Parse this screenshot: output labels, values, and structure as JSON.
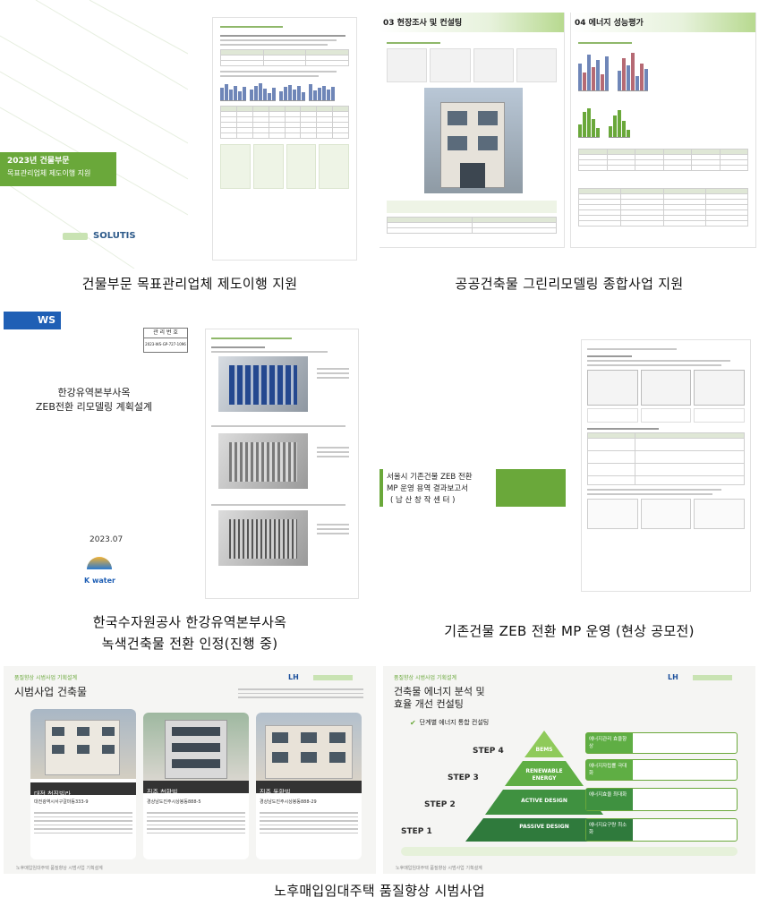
{
  "captions": [
    "건물부문 목표관리업체 제도이행 지원",
    "공공건축물 그린리모델링 종합사업 지원",
    "한국수자원공사 한강유역본부사옥",
    "녹색건축물 전환 인정(진행 중)",
    "기존건물 ZEB 전환 MP 운영 (현상 공모전)",
    "노후매입임대주택 품질향상 시범사업"
  ],
  "card1": {
    "badge_line1": "2023년 건물부문",
    "badge_line2": "목표관리업체 제도이행 지원",
    "logo": "SOLUTIS"
  },
  "card2": {
    "section_left": "03  현장조사 및 컨설팅",
    "section_right": "04  에너지 성능평가"
  },
  "card3": {
    "ws": "WS",
    "mgmt_label": "관 리 번 호",
    "mgmt_no": "2023-WS-GP-727-1096",
    "title1": "한강유역본부사옥",
    "title2": "ZEB전환 리모델링 계획설계",
    "date": "2023.07",
    "logo": "K water"
  },
  "card4": {
    "title1": "서울시 기존건물 ZEB 전환",
    "title2": "MP 운영 용역 결과보고서",
    "title3": "( 남 산 창 작 센 터 )"
  },
  "card5": {
    "tag": "품질향상 시범사업 기획설계",
    "heading": "시범사업 건축물",
    "lh": "LH",
    "buildings": [
      {
        "name": "대전 천진빌라",
        "addr": "대전광역시서구갈마동333-9"
      },
      {
        "name": "진주 천황빌",
        "addr": "경상남도진주시상봉동888-5"
      },
      {
        "name": "진주 동황빌",
        "addr": "경상남도진주시상봉동888-29"
      }
    ],
    "footer": "노후매입임대주택 품질향상 시범사업 기획설계"
  },
  "card6": {
    "tag": "품질향상 시범사업 기획설계",
    "heading1": "건축물 에너지 분석 및",
    "heading2": "효율 개선 컨설팅",
    "sub": "단계별 에너지 통합 컨설팅",
    "steps": [
      "STEP 4",
      "STEP 3",
      "STEP 2",
      "STEP 1"
    ],
    "pyramid": [
      "BEMS",
      "RENEWABLE ENERGY",
      "ACTIVE DESIGN",
      "PASSIVE DESIGN"
    ],
    "boxes": [
      "에너지관리 효율향상",
      "에너지자립률 극대화",
      "에너지효율 최대화",
      "에너지요구량 최소화"
    ],
    "footer": "노후매입임대주택 품질향상 시범사업 기획설계"
  },
  "colors": {
    "accent": "#6aa83a",
    "ws_blue": "#1f5fb5",
    "pyr_top": "#8fca5a",
    "pyr_bottom": "#2f7a3c"
  }
}
